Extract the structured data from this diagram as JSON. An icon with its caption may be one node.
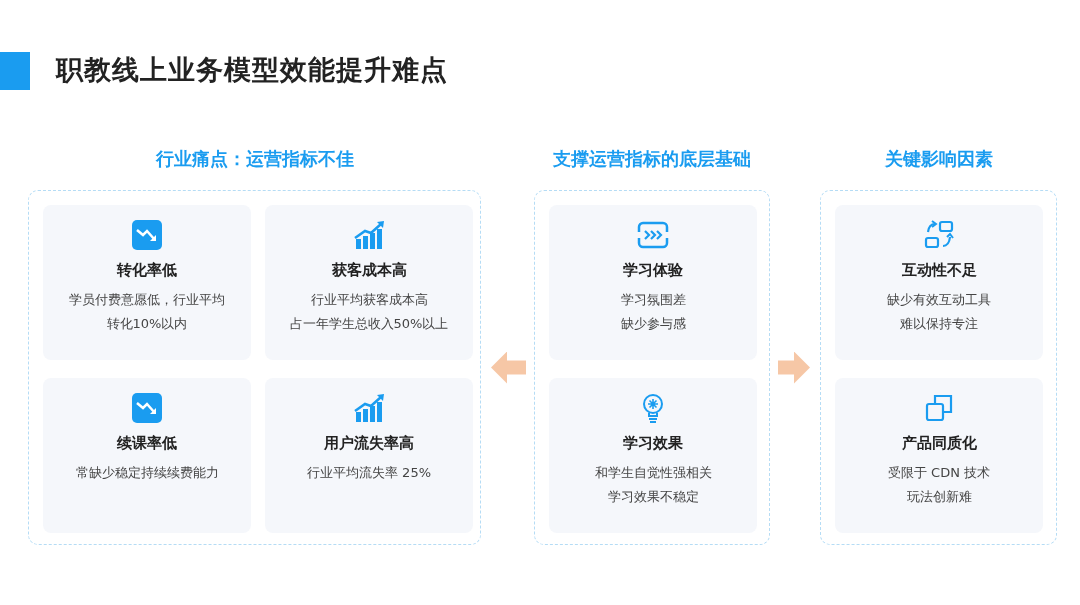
{
  "diagram": {
    "title": "职教线上业务模型效能提升难点",
    "nodes": [
      {
        "text": [
          "行业痛点：运营指标不佳"
        ]
      },
      {
        "text": [
          "转化率低",
          "学员付费意愿低，行业平均转化10%以内"
        ],
        "in": 0
      },
      {
        "text": [
          "获客成本高",
          "行业平均获客成本高",
          "占一年学生总收入50%以上"
        ],
        "in": 0
      },
      {
        "text": [
          "续课率低",
          "常缺少稳定持续续费能力"
        ],
        "in": 0
      },
      {
        "text": [
          "用户流失率高",
          "行业平均流失率 25%"
        ],
        "in": 0
      },
      {
        "text": [
          "支撑运营指标的底层基础"
        ]
      },
      {
        "text": [
          "学习体验",
          "学习氛围差",
          "缺少参与感"
        ],
        "in": 5
      },
      {
        "text": [
          "学习效果",
          "和学生自觉性强相关",
          "学习效果不稳定"
        ],
        "in": 5
      },
      {
        "text": [
          "关键影响因素"
        ]
      },
      {
        "text": [
          "互动性不足",
          "缺少有效互动工具",
          "难以保持专注"
        ],
        "in": 8
      },
      {
        "text": [
          "产品同质化",
          "受限于 CDN 技术",
          "玩法创新难"
        ],
        "in": 8
      }
    ],
    "edges": [
      {
        "from": 5,
        "to": 0,
        "arrow": "to"
      },
      {
        "from": 5,
        "to": 8,
        "arrow": "to"
      }
    ]
  }
}
